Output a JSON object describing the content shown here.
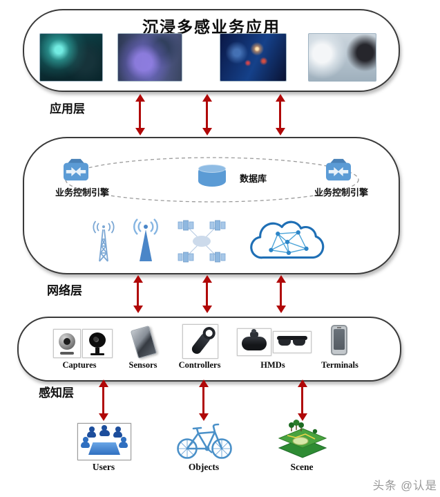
{
  "application_layer": {
    "label": "应用层",
    "title": "沉浸多感业务应用",
    "photos": [
      "hologram-interaction-photo",
      "industrial-ar-photo",
      "digital-light-network-photo",
      "robot-facing-human-photo"
    ]
  },
  "network_layer": {
    "label": "网络层",
    "engine_left_label": "业务控制引擎",
    "engine_right_label": "业务控制引擎",
    "database_label": "数据库",
    "icons": [
      "cell-tower-icon",
      "antenna-icon",
      "satellite-network-icon",
      "network-cloud-icon"
    ]
  },
  "perception_layer": {
    "label": "感知层",
    "devices": [
      {
        "label": "Captures",
        "icons": [
          "dome-camera-icon",
          "box-camera-icon"
        ]
      },
      {
        "label": "Sensors",
        "icons": [
          "sensor-chip-icon"
        ]
      },
      {
        "label": "Controllers",
        "icons": [
          "vr-controller-icon"
        ]
      },
      {
        "label": "HMDs",
        "icons": [
          "vr-headset-icon",
          "smart-glasses-icon"
        ]
      },
      {
        "label": "Terminals",
        "icons": [
          "smartphone-icon"
        ]
      }
    ]
  },
  "physical_entities": {
    "items": [
      {
        "label": "Users",
        "icon": "meeting-users-icon"
      },
      {
        "label": "Objects",
        "icon": "bicycle-icon"
      },
      {
        "label": "Scene",
        "icon": "terrain-layers-icon"
      }
    ]
  },
  "watermark": "头条 @认是",
  "colors": {
    "arrow_red": "#b00808",
    "icon_blue": "#5b9bd5",
    "cloud_blue": "#1f6fb5",
    "border_dark": "#3a3a3a"
  }
}
